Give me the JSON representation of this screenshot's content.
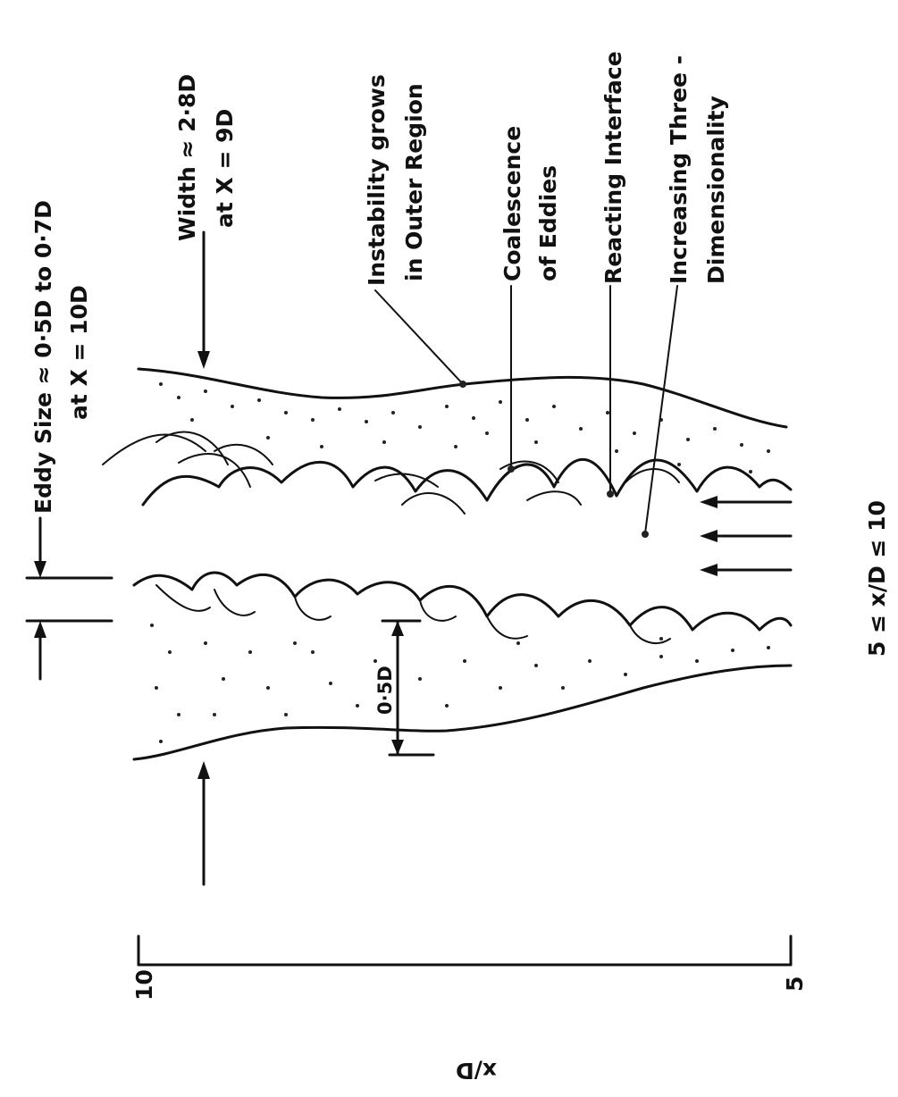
{
  "labels": {
    "eddy_size_line1": "Eddy Size ≈ 0·5D to 0·7D",
    "eddy_size_line2": "at X = 10D",
    "width_line1": "Width ≈ 2·8D",
    "width_line2": "at X = 9D",
    "instability_line1": "Instability grows",
    "instability_line2": "in Outer Region",
    "coalescence_line1": "Coalescence",
    "coalescence_line2": "of Eddies",
    "reacting_interface": "Reacting Interface",
    "three_dim_line1": "Increasing Three -",
    "three_dim_line2": "Dimensionality",
    "half_d": "0·5D",
    "range": "5 ≤ x/D ≤ 10"
  },
  "axis": {
    "label": "x/D",
    "tick_high": "10",
    "tick_low": "5"
  }
}
